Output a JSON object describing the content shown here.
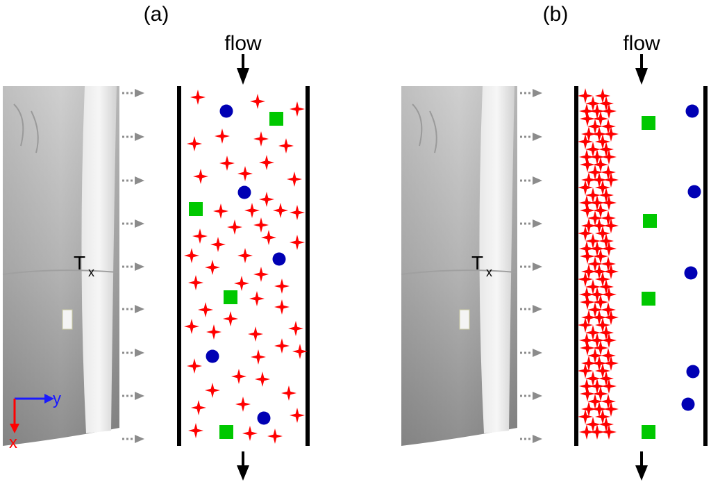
{
  "panels": [
    {
      "id": "a",
      "label": "(a)",
      "flow_label": "flow",
      "temperature_label": "T",
      "temperature_subscript": "x"
    },
    {
      "id": "b",
      "label": "(b)",
      "flow_label": "flow",
      "temperature_label": "T",
      "temperature_subscript": "x"
    }
  ],
  "axes": {
    "y_label": "y",
    "x_label": "x",
    "y_color": "#1a1aff",
    "x_color": "#ff0000"
  },
  "colors": {
    "star": "#ff0000",
    "circle": "#0000b4",
    "square": "#00c800",
    "wall": "#000000",
    "arrow": "#8c8c8c"
  },
  "particle_kinds": [
    "star",
    "circle",
    "square"
  ]
}
